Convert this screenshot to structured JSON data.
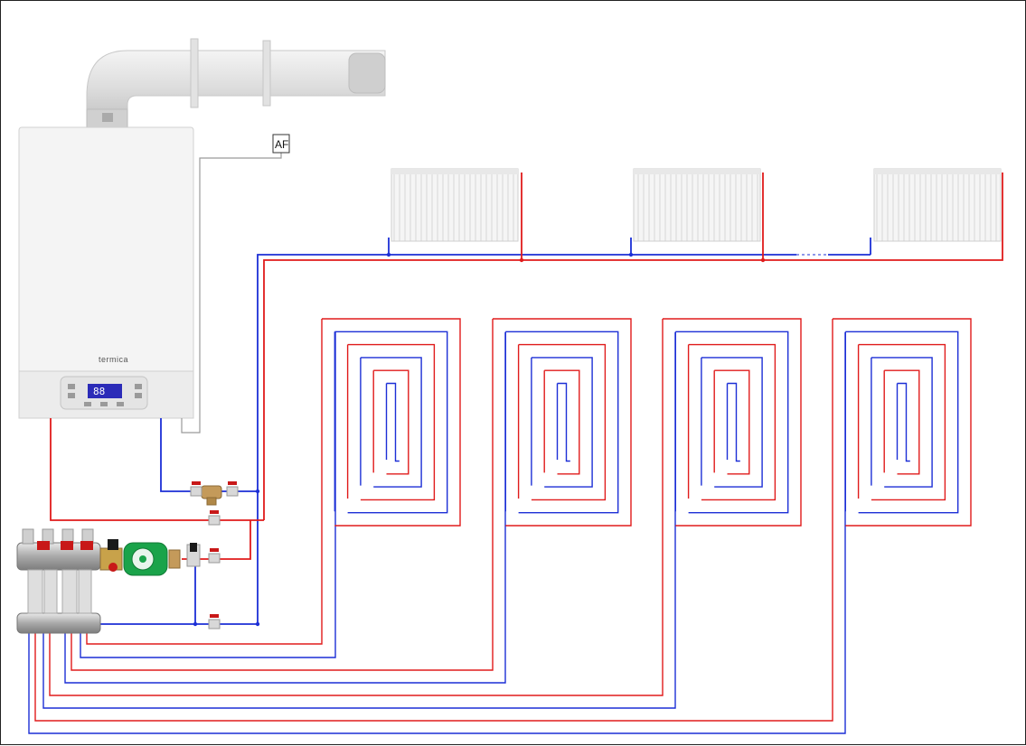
{
  "labels": {
    "sensor": "AF",
    "boiler_brand": "termica",
    "display_value": "88"
  },
  "colors": {
    "supply": "#e01b1b",
    "return": "#1c2fd6",
    "sensor_wire": "#9a9a9a",
    "boiler_body": "#f3f3f3",
    "flue": "#d9d9d9",
    "radiator": "#f1f1f1",
    "pump": "#1aa34a",
    "valve_handle": "#c81818",
    "manifold": "#b9b9b9"
  },
  "icons": {
    "boiler": "gas-boiler-icon",
    "flue": "coaxial-flue-icon",
    "radiator": "panel-radiator-icon",
    "pump": "circulation-pump-icon",
    "manifold": "manifold-icon",
    "valve": "ball-valve-icon",
    "filter": "strainer-icon",
    "sensor": "outdoor-sensor-icon"
  },
  "diagram": {
    "radiator_count": 3,
    "floor_loop_count": 4
  }
}
